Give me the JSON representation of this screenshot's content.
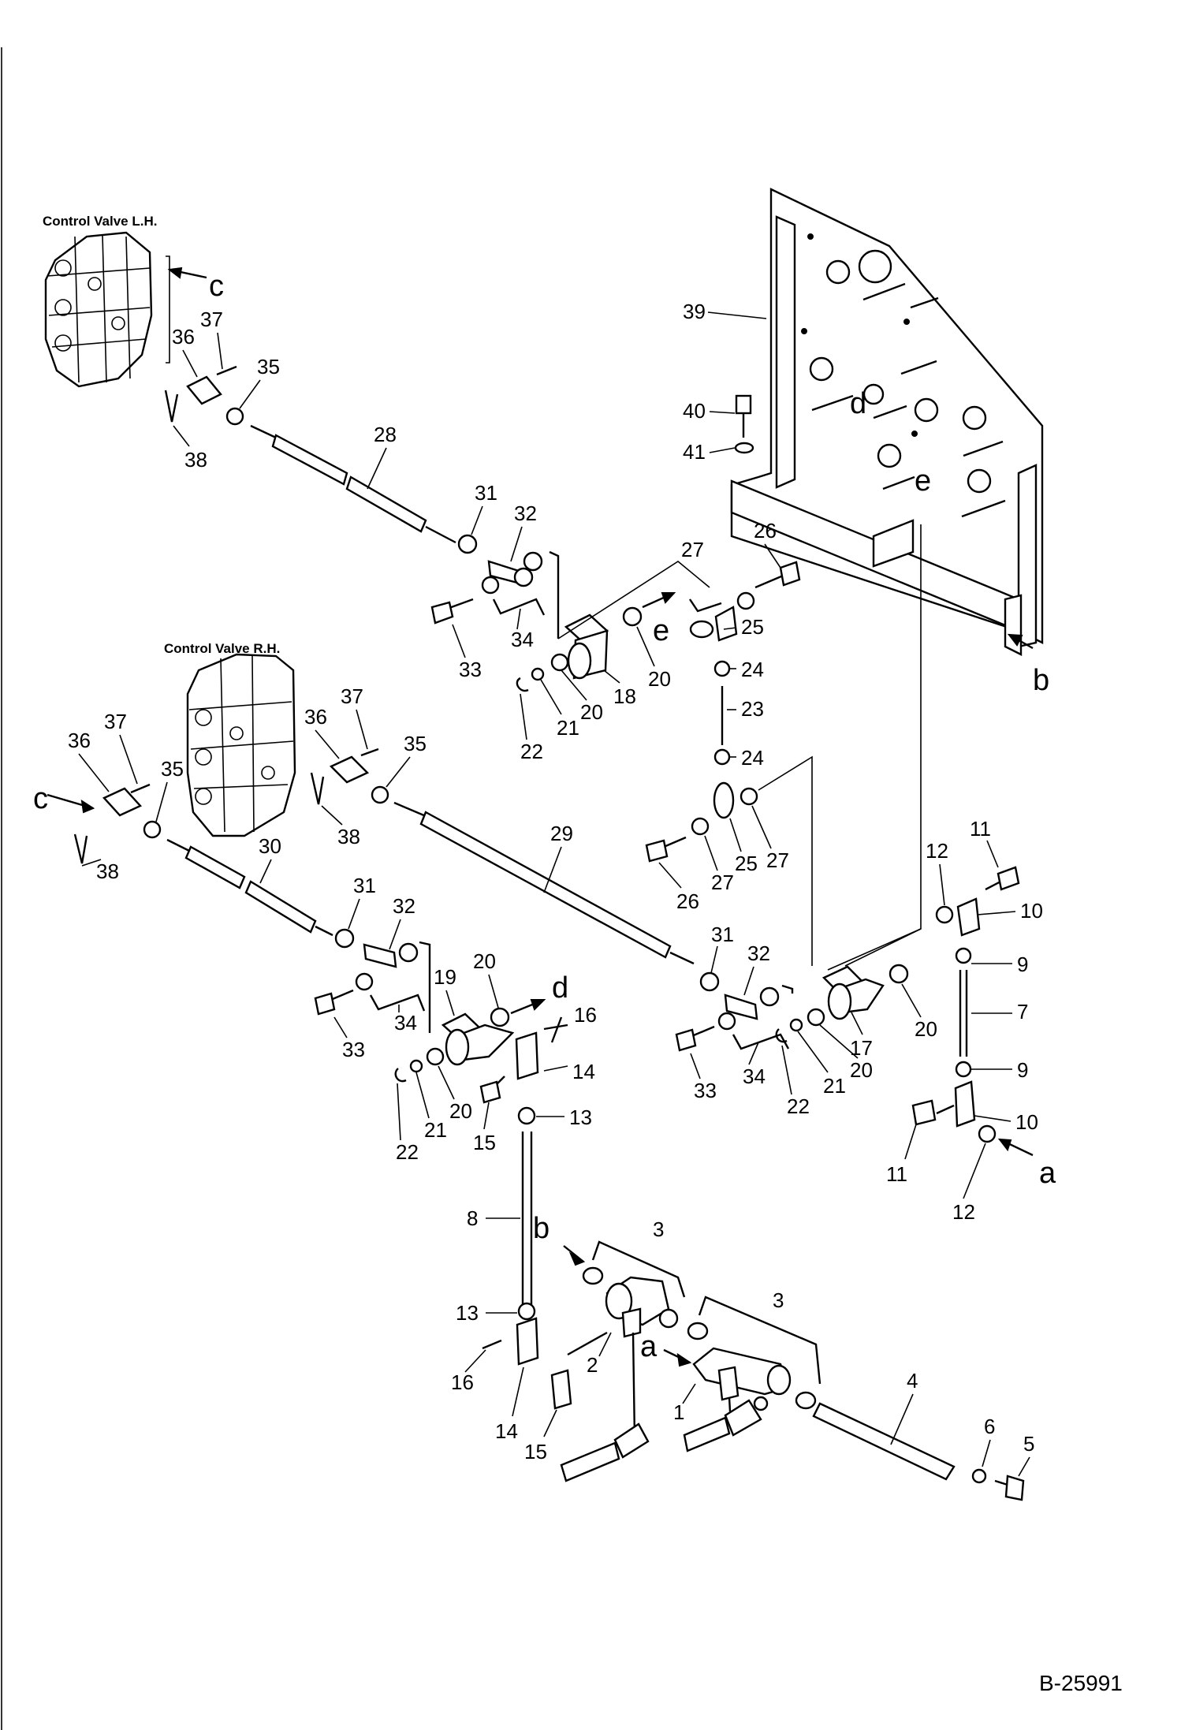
{
  "figure": {
    "code": "B-25991",
    "title_lh": "Control Valve L.H.",
    "title_rh": "Control Valve R.H.",
    "letters": [
      {
        "id": "c_lh",
        "text": "c"
      },
      {
        "id": "c_rh",
        "text": "c"
      },
      {
        "id": "d_plate",
        "text": "d"
      },
      {
        "id": "d_mid",
        "text": "d"
      },
      {
        "id": "e_plate",
        "text": "e"
      },
      {
        "id": "e_mid",
        "text": "e"
      },
      {
        "id": "b_plate",
        "text": "b"
      },
      {
        "id": "b_low",
        "text": "b"
      },
      {
        "id": "a_right",
        "text": "a"
      },
      {
        "id": "a_low",
        "text": "a"
      }
    ],
    "callouts": [
      {
        "id": "c1",
        "text": "1"
      },
      {
        "id": "c2",
        "text": "2"
      },
      {
        "id": "c3a",
        "text": "3"
      },
      {
        "id": "c3b",
        "text": "3"
      },
      {
        "id": "c4",
        "text": "4"
      },
      {
        "id": "c5",
        "text": "5"
      },
      {
        "id": "c6",
        "text": "6"
      },
      {
        "id": "c7",
        "text": "7"
      },
      {
        "id": "c8",
        "text": "8"
      },
      {
        "id": "c9a",
        "text": "9"
      },
      {
        "id": "c9b",
        "text": "9"
      },
      {
        "id": "c10a",
        "text": "10"
      },
      {
        "id": "c10b",
        "text": "10"
      },
      {
        "id": "c11a",
        "text": "11"
      },
      {
        "id": "c11b",
        "text": "11"
      },
      {
        "id": "c12a",
        "text": "12"
      },
      {
        "id": "c12b",
        "text": "12"
      },
      {
        "id": "c13a",
        "text": "13"
      },
      {
        "id": "c13b",
        "text": "13"
      },
      {
        "id": "c14a",
        "text": "14"
      },
      {
        "id": "c14b",
        "text": "14"
      },
      {
        "id": "c15a",
        "text": "15"
      },
      {
        "id": "c15b",
        "text": "15"
      },
      {
        "id": "c16a",
        "text": "16"
      },
      {
        "id": "c16b",
        "text": "16"
      },
      {
        "id": "c17",
        "text": "17"
      },
      {
        "id": "c18",
        "text": "18"
      },
      {
        "id": "c19",
        "text": "19"
      },
      {
        "id": "c20a",
        "text": "20"
      },
      {
        "id": "c20b",
        "text": "20"
      },
      {
        "id": "c20c",
        "text": "20"
      },
      {
        "id": "c20d",
        "text": "20"
      },
      {
        "id": "c20e",
        "text": "20"
      },
      {
        "id": "c20f",
        "text": "20"
      },
      {
        "id": "c21a",
        "text": "21"
      },
      {
        "id": "c21b",
        "text": "21"
      },
      {
        "id": "c21c",
        "text": "21"
      },
      {
        "id": "c22a",
        "text": "22"
      },
      {
        "id": "c22b",
        "text": "22"
      },
      {
        "id": "c22c",
        "text": "22"
      },
      {
        "id": "c23",
        "text": "23"
      },
      {
        "id": "c24a",
        "text": "24"
      },
      {
        "id": "c24b",
        "text": "24"
      },
      {
        "id": "c25a",
        "text": "25"
      },
      {
        "id": "c25b",
        "text": "25"
      },
      {
        "id": "c26a",
        "text": "26"
      },
      {
        "id": "c26b",
        "text": "26"
      },
      {
        "id": "c27a",
        "text": "27"
      },
      {
        "id": "c27b",
        "text": "27"
      },
      {
        "id": "c27c",
        "text": "27"
      },
      {
        "id": "c28",
        "text": "28"
      },
      {
        "id": "c29",
        "text": "29"
      },
      {
        "id": "c30",
        "text": "30"
      },
      {
        "id": "c31a",
        "text": "31"
      },
      {
        "id": "c31b",
        "text": "31"
      },
      {
        "id": "c31c",
        "text": "31"
      },
      {
        "id": "c32a",
        "text": "32"
      },
      {
        "id": "c32b",
        "text": "32"
      },
      {
        "id": "c32c",
        "text": "32"
      },
      {
        "id": "c33a",
        "text": "33"
      },
      {
        "id": "c33b",
        "text": "33"
      },
      {
        "id": "c33c",
        "text": "33"
      },
      {
        "id": "c34a",
        "text": "34"
      },
      {
        "id": "c34b",
        "text": "34"
      },
      {
        "id": "c34c",
        "text": "34"
      },
      {
        "id": "c35a",
        "text": "35"
      },
      {
        "id": "c35b",
        "text": "35"
      },
      {
        "id": "c35c",
        "text": "35"
      },
      {
        "id": "c36a",
        "text": "36"
      },
      {
        "id": "c36b",
        "text": "36"
      },
      {
        "id": "c36c",
        "text": "36"
      },
      {
        "id": "c37a",
        "text": "37"
      },
      {
        "id": "c37b",
        "text": "37"
      },
      {
        "id": "c37c",
        "text": "37"
      },
      {
        "id": "c38a",
        "text": "38"
      },
      {
        "id": "c38b",
        "text": "38"
      },
      {
        "id": "c38c",
        "text": "38"
      },
      {
        "id": "c39",
        "text": "39"
      },
      {
        "id": "c40",
        "text": "40"
      },
      {
        "id": "c41",
        "text": "41"
      }
    ]
  }
}
